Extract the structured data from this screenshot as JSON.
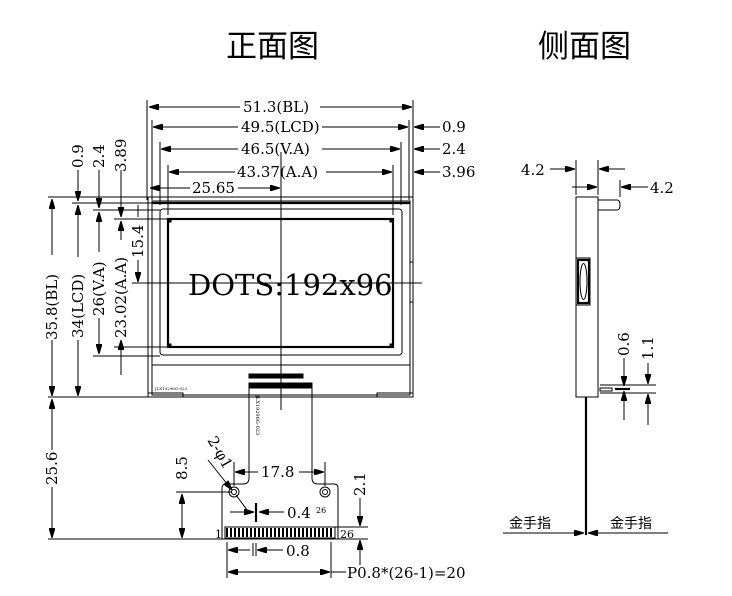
{
  "titles": {
    "front": "正面图",
    "side": "侧面图"
  },
  "display_label": "DOTS:192x96",
  "fpc_part_label": "JLX19296G-023",
  "pcb_label": "JLX19296G-023",
  "dimensions": {
    "bl_width": "51.3(BL)",
    "lcd_width": "49.5(LCD)",
    "va_width": "46.5(V.A)",
    "aa_width": "43.37(A.A)",
    "center_offset_x": "25.65",
    "right_0_9": "0.9",
    "right_2_4": "2.4",
    "right_3_96": "3.96",
    "top_0_9": "0.9",
    "top_2_4": "2.4",
    "top_3_89": "3.89",
    "bl_height": "35.8(BL)",
    "lcd_height": "34(LCD)",
    "va_height": "26(V.A)",
    "aa_height": "23.02(A.A)",
    "center_offset_y": "15.4",
    "fpc_length": "25.6",
    "hole_height": "8.5",
    "hole_spec": "2-φ1",
    "hole_spacing": "17.8",
    "finger_width": "0.4",
    "pin_last_sup": "26",
    "pin_first": "1",
    "pin_last": "26",
    "pitch": "0.8",
    "pitch_total": "P0.8*(26-1)=20",
    "stiffener": "2.1"
  },
  "side_dimensions": {
    "thickness_a": "4.2",
    "thickness_b": "4.2",
    "pin_a": "0.6",
    "pin_b": "1.1",
    "gold_finger_left": "金手指",
    "gold_finger_right": "金手指"
  }
}
